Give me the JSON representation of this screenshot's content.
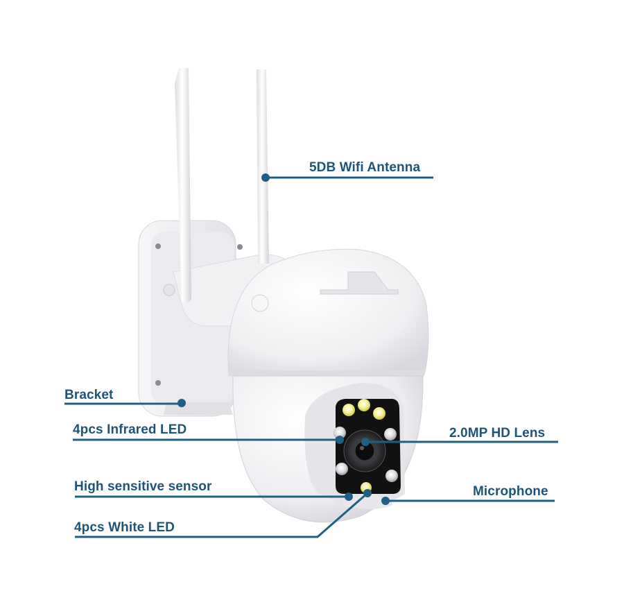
{
  "product": {
    "type": "PTZ dome security camera with dual antennas",
    "body_color": "#f2f2f4",
    "lens_panel_color": "#111111"
  },
  "theme": {
    "label_color": "#1d5478",
    "leader_line_color": "#1f5f86",
    "background": "#ffffff"
  },
  "callouts": [
    {
      "id": "antenna",
      "label": "5DB Wifi Antenna"
    },
    {
      "id": "bracket",
      "label": "Bracket"
    },
    {
      "id": "infrared",
      "label": "4pcs Infrared LED"
    },
    {
      "id": "lens",
      "label": "2.0MP HD Lens"
    },
    {
      "id": "sensor",
      "label": "High sensitive sensor"
    },
    {
      "id": "microphone",
      "label": "Microphone"
    },
    {
      "id": "white-led",
      "label": "4pcs White LED"
    }
  ]
}
